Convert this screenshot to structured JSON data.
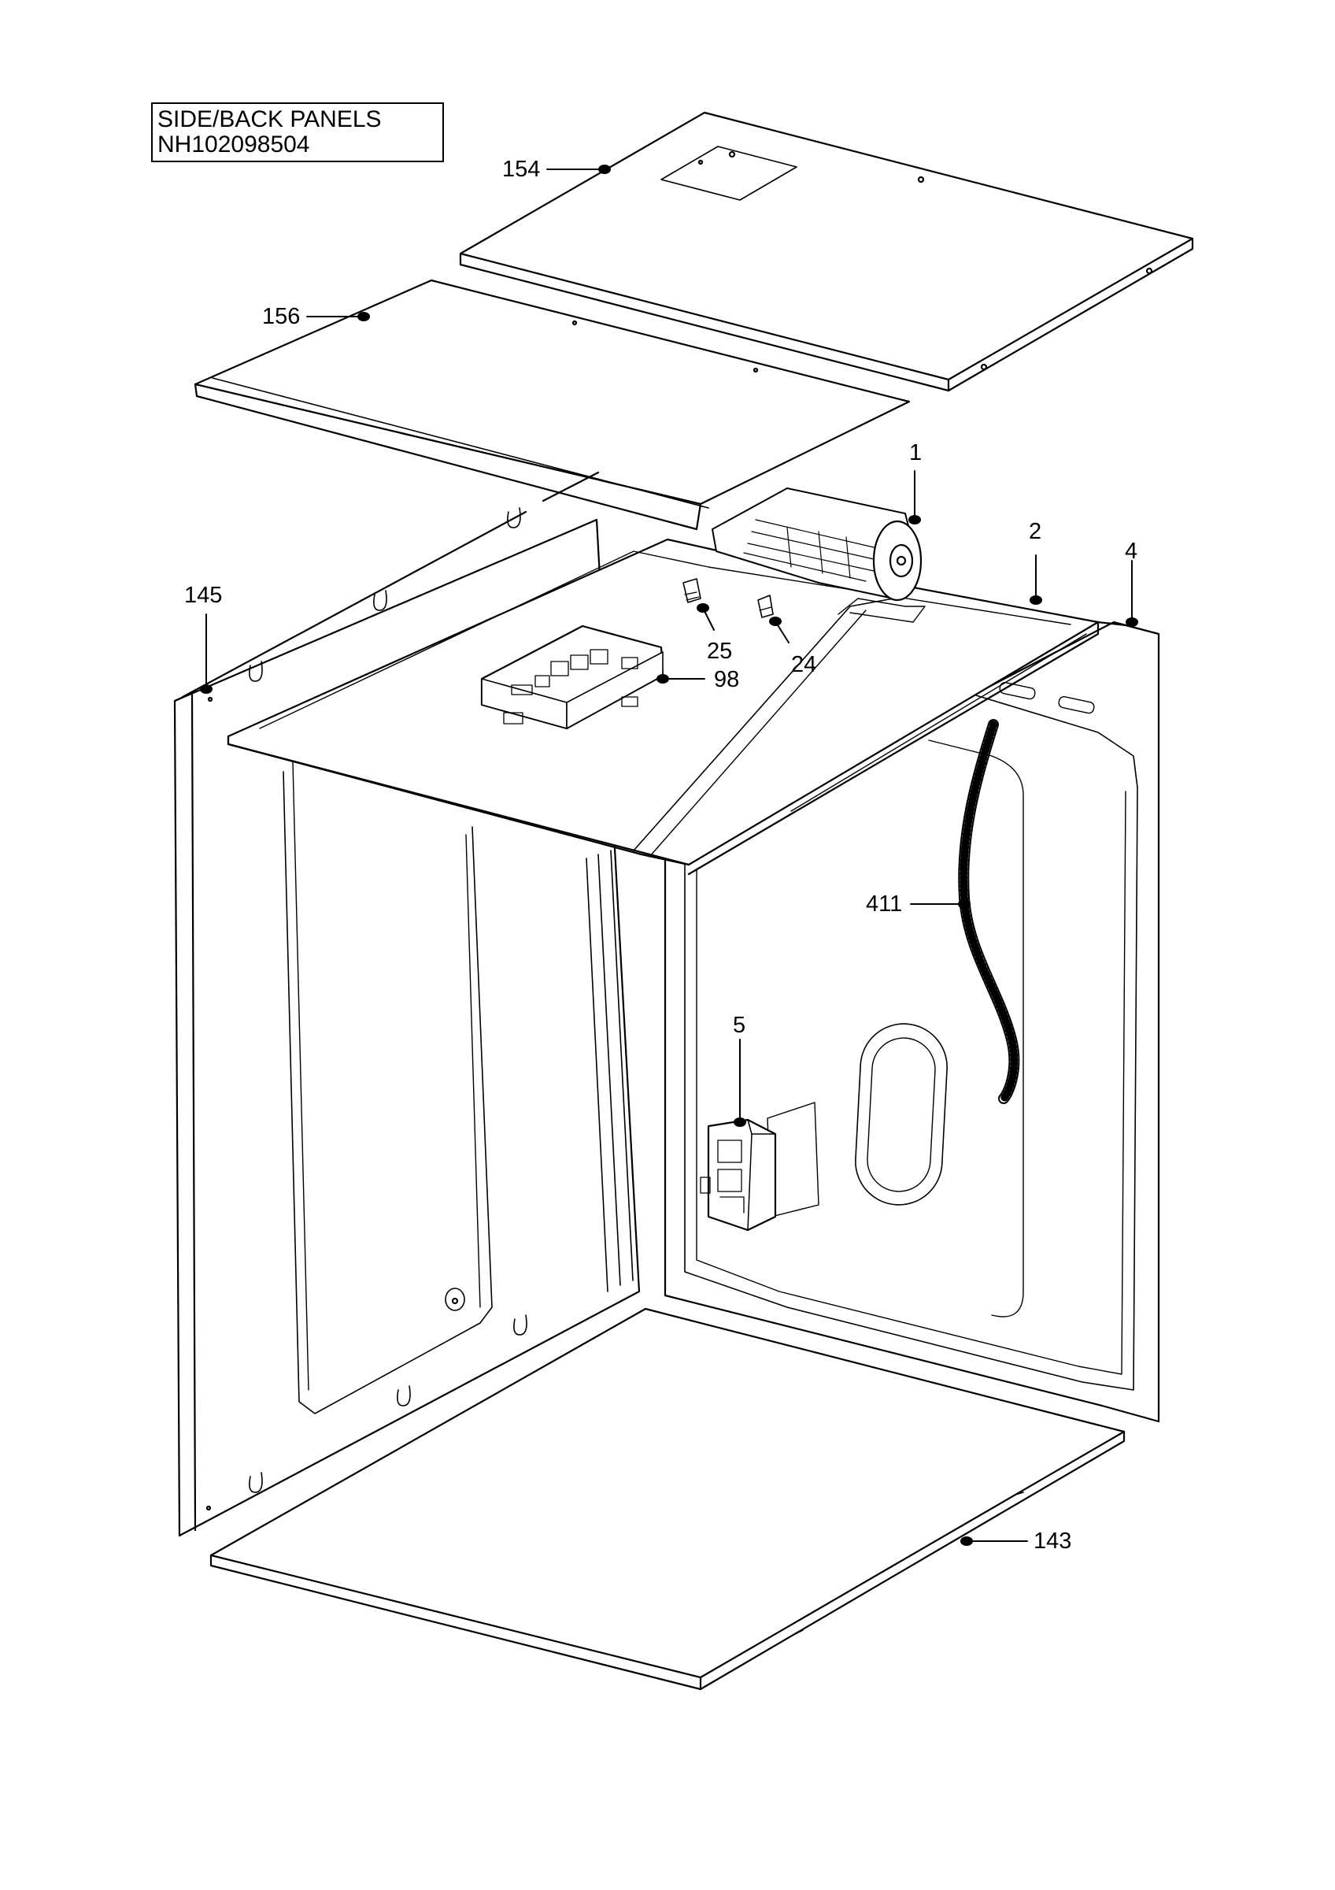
{
  "title": {
    "line1": "SIDE/BACK PANELS",
    "line2": "NH102098504"
  },
  "callouts": [
    {
      "id": "154",
      "label": "154"
    },
    {
      "id": "156",
      "label": "156"
    },
    {
      "id": "1",
      "label": "1"
    },
    {
      "id": "2",
      "label": "2"
    },
    {
      "id": "4",
      "label": "4"
    },
    {
      "id": "145",
      "label": "145"
    },
    {
      "id": "25",
      "label": "25"
    },
    {
      "id": "24",
      "label": "24"
    },
    {
      "id": "98",
      "label": "98"
    },
    {
      "id": "411",
      "label": "411"
    },
    {
      "id": "5",
      "label": "5"
    },
    {
      "id": "143",
      "label": "143"
    }
  ]
}
